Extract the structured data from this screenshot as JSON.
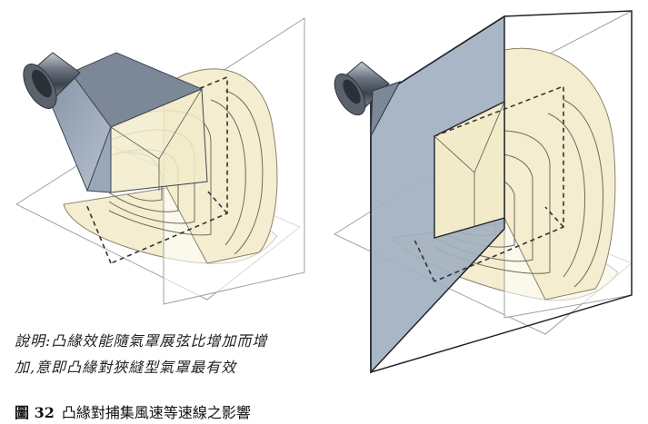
{
  "figure": {
    "note_line1": "說明:凸緣效能隨氣罩展弦比增加而增",
    "note_line2": "加,意即凸緣對狹縫型氣罩最有效",
    "caption_label": "圖 32",
    "caption_text": "凸緣對捕集風速等速線之影響"
  },
  "colors": {
    "contour_fill": "#f4edcf",
    "contour_line": "#7a7466",
    "hood_metal": "#8f9db0",
    "flange_plate": "#a2b0c0",
    "plane_line": "#9a9a9a"
  }
}
